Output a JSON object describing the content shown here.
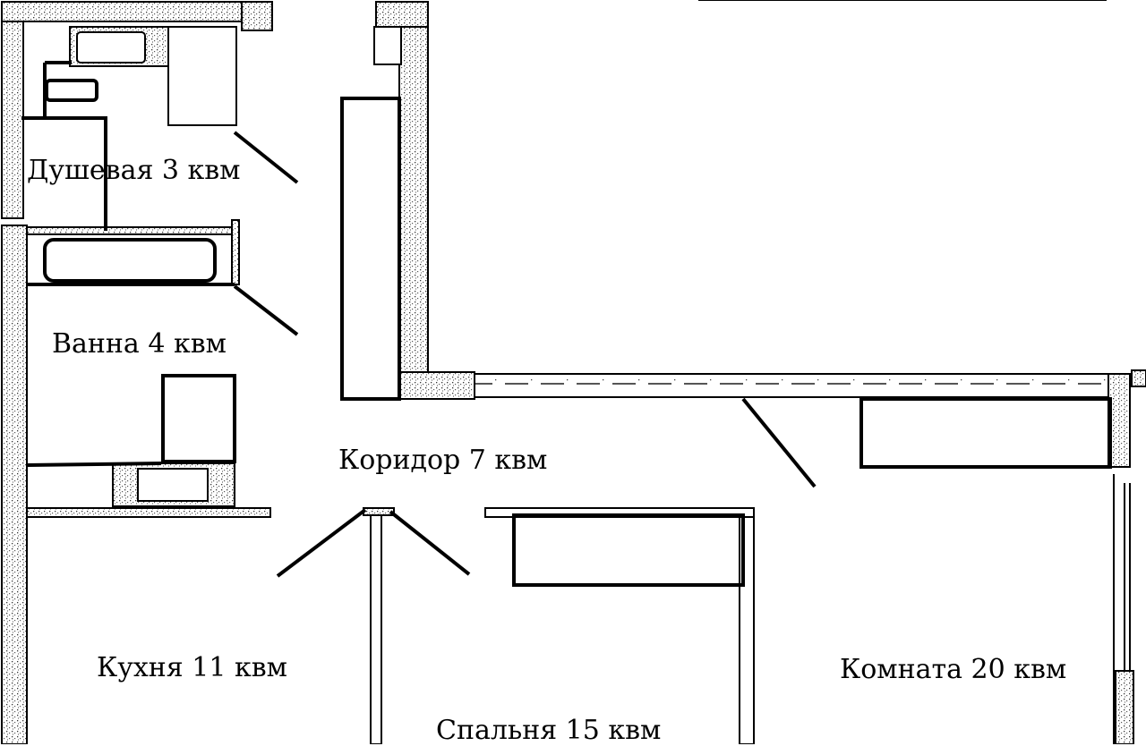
{
  "rooms": {
    "shower": "Душевая 3 квм",
    "bath": "Ванна 4 квм",
    "corridor": "Коридор 7 квм",
    "kitchen": "Кухня 11 квм",
    "bedroom": "Спальня 15 квм",
    "living": "Комната 20 квм"
  }
}
